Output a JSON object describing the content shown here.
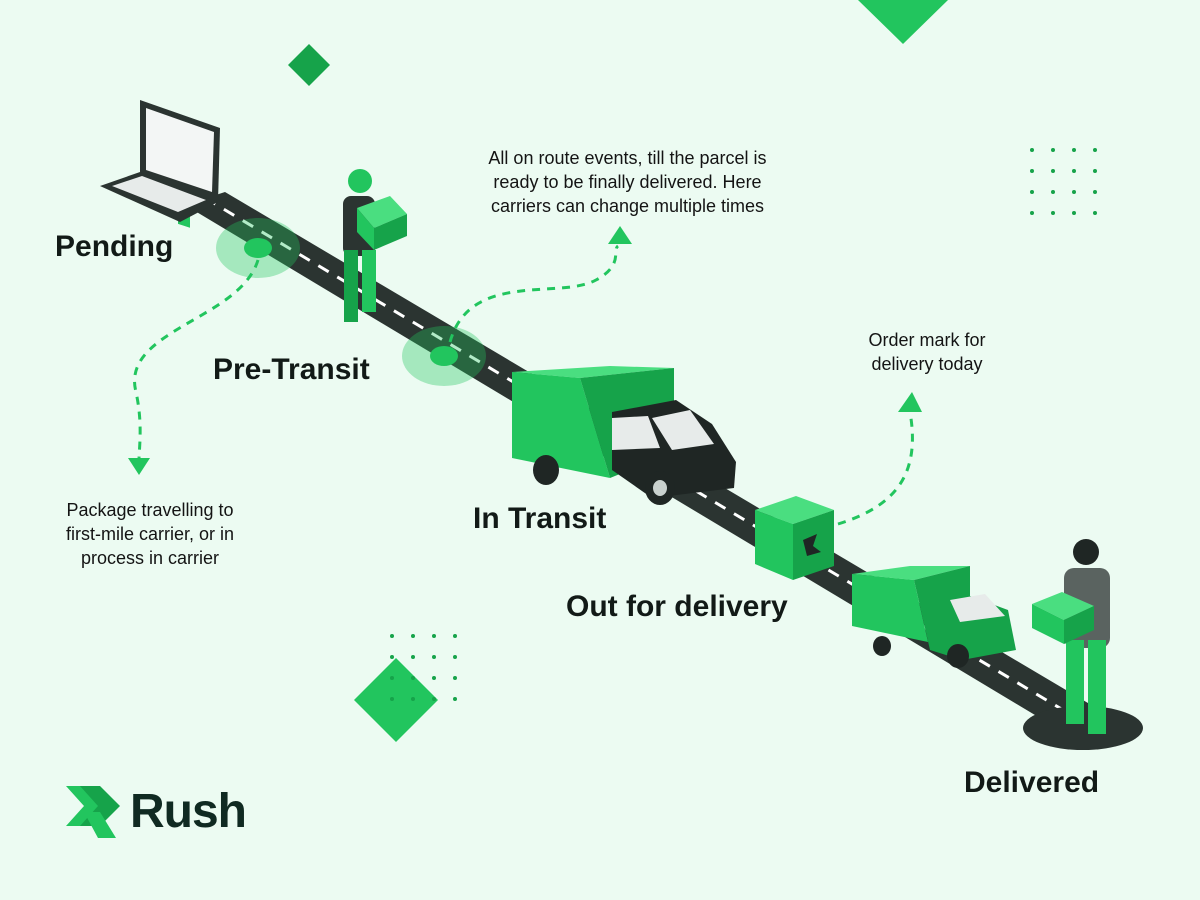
{
  "stages": [
    {
      "label": "Pending"
    },
    {
      "label": "Pre-Transit",
      "description": "Package travelling to\nfirst-mile carrier, or in\nprocess in carrier"
    },
    {
      "label": "In Transit",
      "description": "All on route events, till the parcel is\nready to be finally delivered. Here\ncarriers can change multiple times"
    },
    {
      "label": "Out for delivery",
      "description": "Order mark for\ndelivery today"
    },
    {
      "label": "Delivered"
    }
  ],
  "brand": {
    "name": "Rush"
  },
  "colors": {
    "background": "#ecfbf2",
    "accent": "#22c55e",
    "accent_dark": "#16a34a",
    "road": "#2b3431",
    "text": "#121a17"
  },
  "icons": [
    "laptop-icon",
    "courier-icon",
    "box-truck-icon",
    "parcel-box-icon",
    "delivery-van-icon",
    "recipient-icon",
    "rush-logo-icon"
  ]
}
